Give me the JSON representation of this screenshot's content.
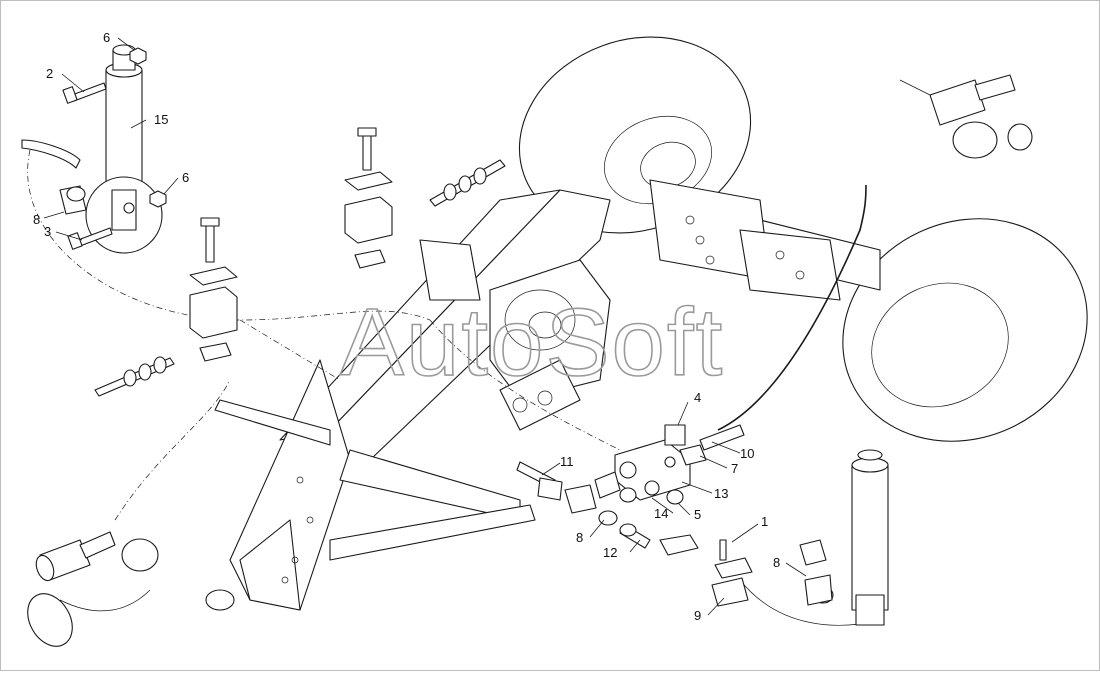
{
  "watermark": "AutoSoft",
  "colors": {
    "line": "#1a1a1a",
    "background": "#ffffff",
    "watermark": "#9a9a9a"
  },
  "callouts": {
    "c1": "1",
    "c2": "2",
    "c3": "3",
    "c4": "4",
    "c5": "5",
    "c6a": "6",
    "c6b": "6",
    "c7": "7",
    "c8a": "8",
    "c8b": "8",
    "c8c": "8",
    "c9": "9",
    "c10": "10",
    "c11": "11",
    "c12": "12",
    "c13": "13",
    "c14": "14",
    "c15": "15"
  }
}
